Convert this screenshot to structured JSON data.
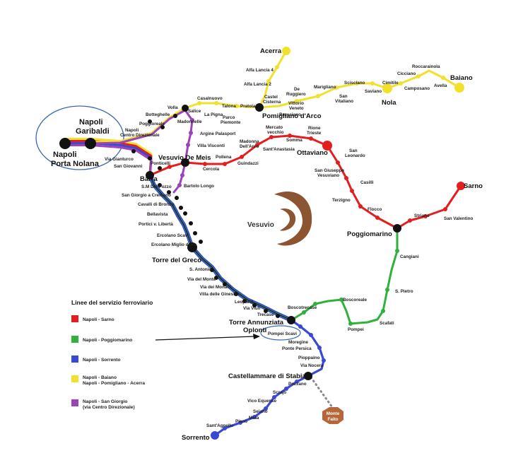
{
  "colors": {
    "sarno": "#e41d1d",
    "poggiomarino": "#2fb13c",
    "sorrento": "#3a48d6",
    "baiano": "#f2e12a",
    "sangiorgio": "#9b43b8",
    "trunk": "#111111",
    "vesuvio": "#8a5530",
    "monte_faito": "#b5673a"
  },
  "hubs": {
    "napoli_garibaldi": [
      "Napoli",
      "Garibaldi"
    ],
    "napoli_porta_nolana": [
      "Napoli",
      "Porta Nolana"
    ],
    "vesuvio_de_meis": "Vesuvio De Meis",
    "barra": "Barra",
    "torre_del_greco": "Torre del Greco",
    "torre_annunziata": [
      "Torre Annunziata",
      "Oplonti"
    ],
    "castellammare": "Castellammare di Stabia",
    "sorrento": "Sorrento",
    "poggiomarino": "Poggiomarino",
    "sarno": "Sarno",
    "ottaviano": "Ottaviano",
    "pomigliano": "Pomigliano d'Arco",
    "nola": "Nola",
    "baiano": "Baiano",
    "acerra": "Acerra"
  },
  "stations": {
    "napoli_centro_direzionale": [
      "Napoli",
      "Centro Direzionale"
    ],
    "via_gianturco": "Via Gianturco",
    "san_giovanni": "San Giovanni",
    "poggioreale": "Poggioreale",
    "botteghelle": "Botteghelle",
    "volla": "Volla",
    "salice": "Salice",
    "casalnuovo": "Casalnuovo",
    "la_pigna": "La Pigna",
    "talona": "Talona",
    "parco_piemonte": [
      "Parco",
      "Piemonte"
    ],
    "pratola": "Pratola",
    "castel_cisterna": [
      "Castel",
      "Cisterna"
    ],
    "alfa_lancia_2": "Alfa Lancia 2",
    "alfa_lancia_4": "Alfa Lancia 4",
    "brusciano": "Brusciano",
    "de_ruggiero": [
      "De",
      "Ruggiero"
    ],
    "vittorio_veneto": [
      "Vittorio",
      "Veneto"
    ],
    "marigliano": "Marigliano",
    "san_vitaliano": [
      "San",
      "Vitaliano"
    ],
    "scisciano": "Scisciano",
    "saviano": "Saviano",
    "cimitile": "Cimitile",
    "camposano": "Camposano",
    "cicciano": "Cicciano",
    "roccarainola": "Roccarainola",
    "avella": "Avella",
    "madonnelle": "Madonnelle",
    "argine_palasport": "Argine Palasport",
    "villa_visconti": "Villa Visconti",
    "bartolo_longo": "Bartolo Longo",
    "pollena": "Pollena",
    "cercola": "Cercola",
    "guindazzi": "Guindazzi",
    "madonna_dell_arco": [
      "Madonna",
      "Dell'Arco"
    ],
    "mercato_vecchio": [
      "Mercato",
      "vecchio"
    ],
    "sant_anastasia": "Sant'Anastasia",
    "somma": "Somma",
    "rione_trieste": [
      "Rione",
      "Trieste"
    ],
    "san_leonardo": [
      "San",
      "Leonardo"
    ],
    "san_giuseppe_vesuviano": [
      "San Giuseppe",
      "Vesuviano"
    ],
    "casilli": "Casilli",
    "terzigno": "Terzigno",
    "flocco": "Flocco",
    "striano": "Striano",
    "san_valentino": "San Valentino",
    "cangiani": "Cangiani",
    "s_pietro": "S. Pietro",
    "scafati": "Scafati",
    "pompei": "Pompei",
    "boscoreale": "Boscoreale",
    "boscotrecase": "Boscotrecase",
    "ponticelli": "Ponticelli",
    "sm_del_pozzo": "S.M Del Pozzo",
    "san_giorgio_a_cremano": "San Giorgio a Cremano",
    "cavalli_di_bronzo": "Cavalli di Bronzo",
    "bellavista": "Bellavista",
    "portici_v_liberta": "Portici v. Libertà",
    "ercolano_scavi": "Ercolano Scavi",
    "ercolano_miglio_doro": "Ercolano Miglio d'oro",
    "s_antonio": "S. Antonio",
    "via_del_monte": "Via del Monte",
    "via_dei_monaci": "Via dei Monaci",
    "villa_delle_ginestre": "Villa delle Ginestre",
    "leopardi": "Leopardi",
    "via_viuli": "Via Viuli",
    "trecase": "Trecase",
    "pompei_scavi": "Pompei Scavi",
    "moregine": "Moregine",
    "ponte_persica": "Ponte Persica",
    "pioppaino": "Pioppaino",
    "via_nocera": "Via Nocera",
    "pozzano": "Pozzano",
    "scrajo": "Scrajo",
    "vico_equense": "Vico Equense",
    "seiano": "Seiano",
    "meta": "Meta",
    "piano": "Piano",
    "sant_agnello": "Sant'Agnello"
  },
  "vesuvio_label": "Vesuvio",
  "monte_faito": [
    "Monte",
    "Faito"
  ],
  "legend": {
    "title": "Linee del servizio ferroviario",
    "items": [
      {
        "key": "sarno",
        "lines": [
          "Napoli - Sarno"
        ]
      },
      {
        "key": "poggiomarino",
        "lines": [
          "Napoli - Poggiomarino"
        ]
      },
      {
        "key": "sorrento",
        "lines": [
          "Napoli - Sorrento"
        ]
      },
      {
        "key": "baiano",
        "lines": [
          "Napoli - Baiano",
          "Napoli - Pomigliano - Acerra"
        ]
      },
      {
        "key": "sangiorgio",
        "lines": [
          "Napoli - San Giorgio",
          "(via Centro Direzionale)"
        ]
      }
    ]
  }
}
